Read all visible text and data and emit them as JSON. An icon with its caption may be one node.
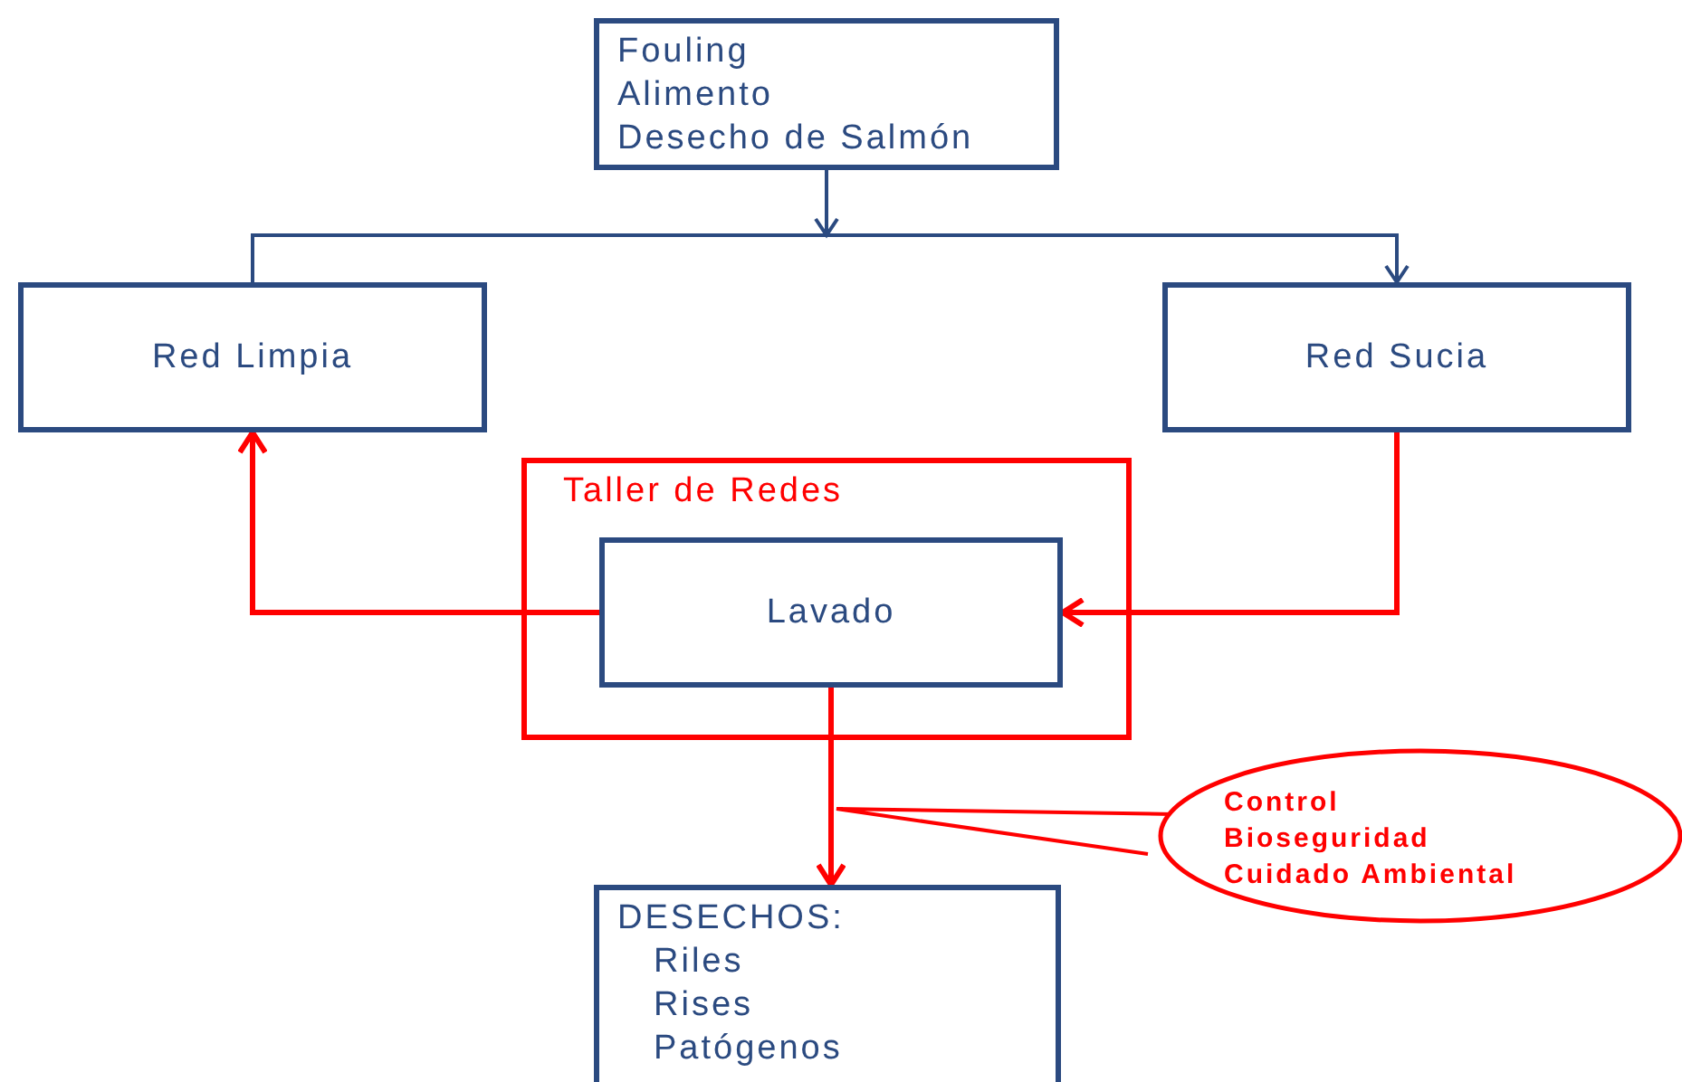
{
  "diagram": {
    "nodes": [
      {
        "text": [
          "Fouling",
          "Alimento",
          "Desecho de Salmón"
        ]
      },
      {
        "text": [
          "Red Limpia"
        ]
      },
      {
        "text": [
          "Red Sucia"
        ]
      },
      {
        "text": [
          "Taller de Redes"
        ]
      },
      {
        "text": [
          "Lavado"
        ],
        "in": 3
      },
      {
        "text": [
          "DESECHOS:",
          "Riles",
          "Rises",
          "Patógenos"
        ]
      },
      {
        "text": [
          "Control",
          "Bioseguridad",
          "Cuidado Ambiental"
        ]
      }
    ],
    "edges": [
      {
        "from": 0,
        "to": 1,
        "arrow": "none",
        "color": "#2b4a80"
      },
      {
        "from": 0,
        "to": 2,
        "arrow": "to",
        "color": "#2b4a80"
      },
      {
        "from": 2,
        "to": 4,
        "arrow": "to"
      },
      {
        "from": 4,
        "to": 1,
        "arrow": "to"
      },
      {
        "from": 4,
        "to": 5,
        "arrow": "to"
      },
      {
        "from": 6,
        "to": null,
        "arrow": "none"
      }
    ]
  }
}
